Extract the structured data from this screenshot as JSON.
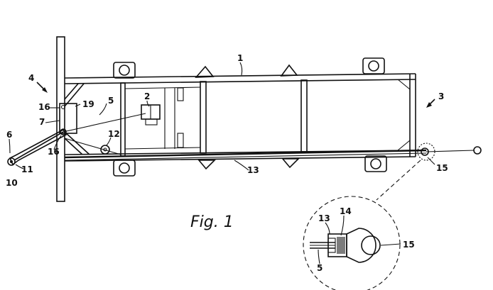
{
  "figure": {
    "caption": "Fig. 1"
  },
  "labels": {
    "l1": "1",
    "l2": "2",
    "l3": "3",
    "l4": "4",
    "l5": "5",
    "l6": "6",
    "l7": "7",
    "l10": "10",
    "l11": "11",
    "l12": "12",
    "l13": "13",
    "l15": "15",
    "l16a": "16",
    "l16b": "16",
    "l19": "19",
    "d13": "13",
    "d14": "14",
    "d5": "5",
    "d15": "15"
  }
}
